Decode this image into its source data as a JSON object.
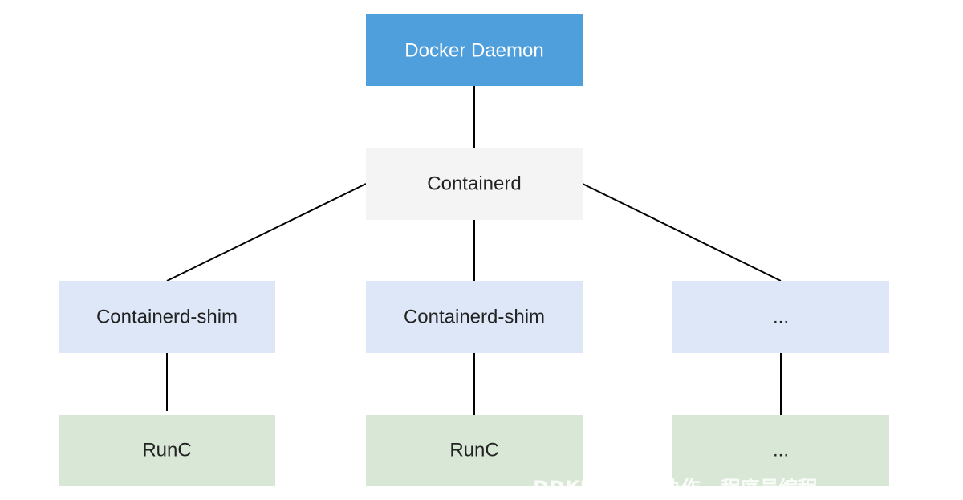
{
  "diagram": {
    "nodes": {
      "docker_daemon": "Docker Daemon",
      "containerd": "Containerd",
      "shim_left": "Containerd-shim",
      "shim_middle": "Containerd-shim",
      "shim_right": "...",
      "runc_left": "RunC",
      "runc_middle": "RunC",
      "runc_right": "..."
    },
    "colors": {
      "daemon_fill": "#4f9fdc",
      "daemon_text": "#ffffff",
      "containerd_fill": "#f4f4f4",
      "shim_fill": "#dde7f8",
      "runc_fill": "#d9e8d6",
      "node_text": "#222222",
      "connector": "#000000"
    }
  },
  "watermark": "DDKK... 关关协作 · 程序员编程"
}
